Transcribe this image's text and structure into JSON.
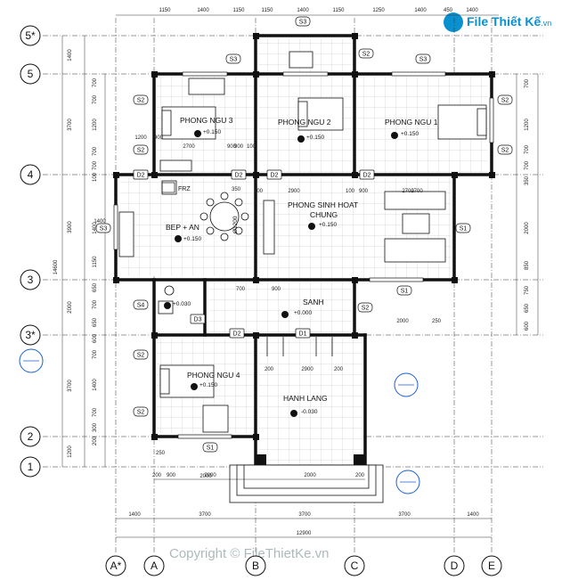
{
  "brand": {
    "name": "File Thiết Kế",
    "domain": ".vn"
  },
  "watermark": "Copyright © FileThietKe.vn",
  "rooms": {
    "pn3": {
      "name": "PHONG NGU 3",
      "level": "+0.150"
    },
    "pn2": {
      "name": "PHONG NGU 2",
      "level": "+0.150"
    },
    "pn1": {
      "name": "PHONG NGU 1",
      "level": "+0.150"
    },
    "bep": {
      "name": "BEP + AN",
      "level": "+0.150"
    },
    "sh1": {
      "name": "PHONG SINH HOAT",
      "name2": "CHUNG",
      "level": "+0.150"
    },
    "sanh": {
      "name": "SANH",
      "level": "+0.000"
    },
    "pn4": {
      "name": "PHONG NGU 4",
      "level": "+0.150"
    },
    "hl": {
      "name": "HANH LANG",
      "level": "-0.030"
    },
    "wc": {
      "level": "+0.030"
    }
  },
  "fixtures": {
    "frz": "FRZ",
    "table_dim": "Ø1200"
  },
  "axes_left": [
    "5*",
    "5",
    "4",
    "3",
    "3*",
    "2",
    "1"
  ],
  "axes_bottom": [
    "A*",
    "A",
    "B",
    "C",
    "D",
    "E"
  ],
  "tags": {
    "s1": "S1",
    "s2": "S2",
    "s3": "S3",
    "s4": "S4",
    "d1": "D1",
    "d2": "D2",
    "d3": "D3"
  },
  "dims_top": [
    "1150",
    "1400",
    "1150",
    "1150",
    "1400",
    "1150",
    "1250",
    "1400",
    "450",
    "1400"
  ],
  "dims_bottom_inner": [
    "1400",
    "3700",
    "3700",
    "3700",
    "1400"
  ],
  "dims_bottom_total": "12900",
  "dims_bottom_small": [
    "200",
    "900",
    "2000",
    "2000",
    "200"
  ],
  "dims_left_outer": [
    "1400",
    "3700",
    "3900",
    "2000",
    "3700",
    "1200"
  ],
  "dims_left_total": "14600",
  "dims_left_inner": [
    "700",
    "700",
    "1200",
    "700",
    "700",
    "100",
    "1400",
    "1150",
    "650",
    "700",
    "650",
    "600",
    "700",
    "1400",
    "700",
    "300",
    "200"
  ],
  "dims_right": [
    "700",
    "1200",
    "700",
    "700",
    "350",
    "2000",
    "850",
    "750",
    "650",
    "600"
  ],
  "dims_interior": [
    "2700",
    "900",
    "100",
    "2900",
    "100",
    "900",
    "2700",
    "2700",
    "2000",
    "900",
    "100",
    "700",
    "900",
    "2900",
    "200",
    "200",
    "250",
    "1200",
    "900",
    "2000",
    "350",
    "250",
    "1400"
  ]
}
